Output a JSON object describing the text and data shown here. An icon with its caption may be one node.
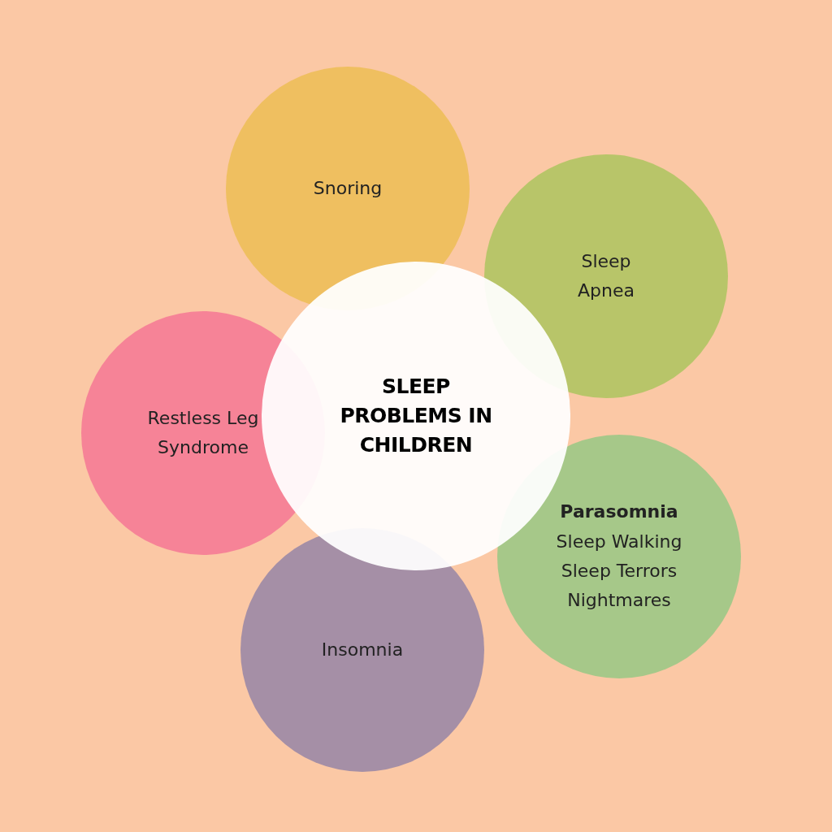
{
  "diagram": {
    "nodes": [
      {
        "text": [
          "SLEEP PROBLEMS IN CHILDREN"
        ]
      },
      {
        "text": [
          "Snoring"
        ]
      },
      {
        "text": [
          "Sleep Apnea"
        ]
      },
      {
        "text": [
          "Parasomnia",
          "Sleep Walking",
          "Sleep Terrors",
          "Nightmares"
        ]
      },
      {
        "text": [
          "Insomnia"
        ]
      },
      {
        "text": [
          "Restless Leg Syndrome"
        ]
      }
    ]
  }
}
